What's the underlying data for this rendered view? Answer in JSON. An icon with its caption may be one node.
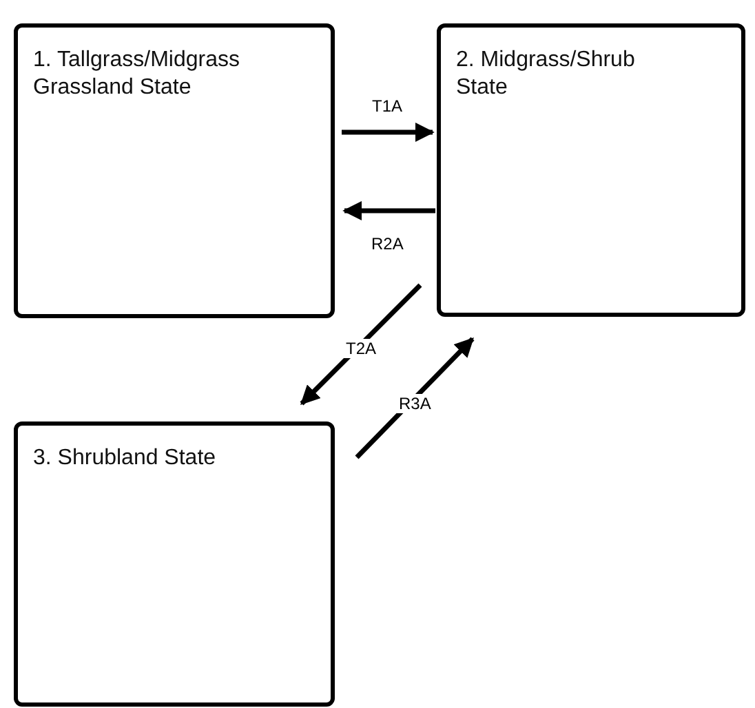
{
  "diagram": {
    "nodes": [
      {
        "text": [
          "1. Tallgrass/Midgrass Grassland State"
        ]
      },
      {
        "text": [
          "2. Midgrass/Shrub State"
        ]
      },
      {
        "text": [
          "3. Shrubland State"
        ]
      }
    ],
    "edges": [
      {
        "from": 0,
        "to": 1,
        "arrow": "to",
        "label": "T1A"
      },
      {
        "from": 1,
        "to": 0,
        "arrow": "to",
        "label": "R2A"
      },
      {
        "from": 1,
        "to": 2,
        "arrow": "to",
        "label": "T2A"
      },
      {
        "from": 2,
        "to": 1,
        "arrow": "to",
        "label": "R3A"
      }
    ]
  }
}
